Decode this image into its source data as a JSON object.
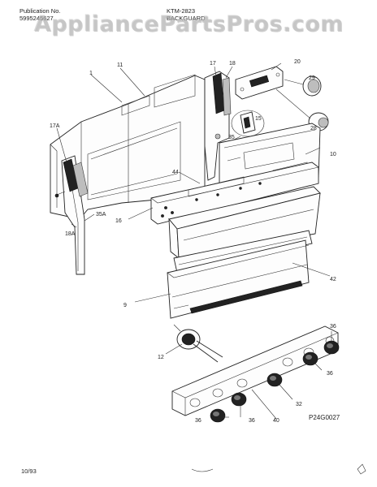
{
  "header": {
    "publication_label": "Publication No.",
    "publication_number": "5995245627",
    "model": "KTM-2823",
    "section": "BACKGUARD"
  },
  "watermark": "AppliancePartsPros.com",
  "footer": {
    "date": "10/93",
    "drawing_code": "P24G0027"
  },
  "callouts": {
    "c1": "1",
    "c11": "11",
    "c17": "17",
    "c18": "18",
    "c20": "20",
    "c29": "29",
    "c15": "15",
    "c28": "28",
    "c35": "35",
    "c17a": "17A",
    "c10": "10",
    "c44": "44",
    "c16": "16",
    "c35a": "35A",
    "c18a": "18A",
    "c42": "42",
    "c9": "9",
    "c12": "12",
    "c36a": "36",
    "c36b": "36",
    "c32": "32",
    "c36c": "36",
    "c36d": "36",
    "c40": "40"
  }
}
